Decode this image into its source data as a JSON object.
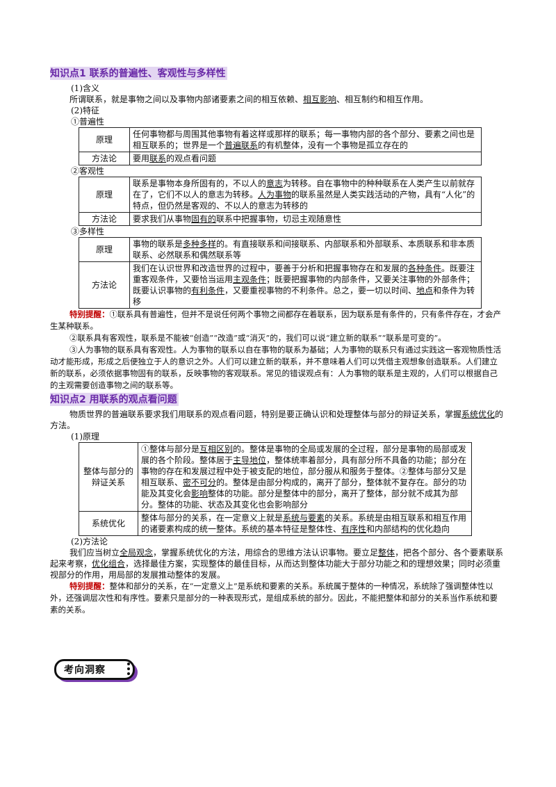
{
  "sec1": {
    "title": "知识点1  联系的普遍性、客观性与多样性",
    "meaning_label": "(1)含义",
    "meaning_pre": "所谓联系，就是事物之间以及事物内部诸要素之间的相互依赖、",
    "meaning_u": "相互影响",
    "meaning_post": "、相互制约和相互作用。",
    "feature_label": "(2)特征",
    "univ": {
      "label": "①普遍性",
      "principle_key": "原理",
      "principle_pre": "任何事物都与周围其他事物有着这样或那样的联系；每一事物内部的各个部分、要素之间也是相互联系的；世界是一个",
      "principle_u": "普遍联系",
      "principle_post": "的有机整体，没有一个事物是孤立存在的",
      "method_key": "方法论",
      "method_pre": "要用",
      "method_u": "联系",
      "method_post": "的观点看问题"
    },
    "obj": {
      "label": "②客观性",
      "principle_key": "原理",
      "p1": "联系是事物本身所固有的，不以人的",
      "p1u": "意志",
      "p2": "为转移。自在事物中的种种联系在人类产生以前就存在了，它们不以人的意志为转移。",
      "p2u": "人为事物",
      "p3": "的联系虽然是人类实践活动的产物，具有“人化”的特点，但仍然是客观的、不以人的意志为转移的",
      "method_key": "方法论",
      "m1": "要求我们从事物",
      "m1u": "固有的",
      "m2": "联系中把握事物，切忌主观随意性"
    },
    "div": {
      "label": "③多样性",
      "principle_key": "原理",
      "p1": "事物的联系是",
      "p1u": "多种多样",
      "p2": "的。有直接联系和间接联系、内部联系和外部联系、本质联系和非本质联系、必然联系和偶然联系等",
      "method_key": "方法论",
      "m1": "我们在认识世界和改造世界的过程中，要善于分析和把握事物存在和发展的",
      "m1u": "各种条件",
      "m2": "。既要注重客观条件，又要恰当运用",
      "m2u": "主观条件",
      "m3": "；既要把握事物的内部条件，又要关注事物的外部条件；既要认识事物的",
      "m3u": "有利条件",
      "m4": "，又要重视事物的不利条件。总之，要一切以时间、",
      "m4u": "地点",
      "m5": "和条件为转移"
    },
    "tip_label": "特别提醒：",
    "tip1": "①联系具有普遍性，但并不是说任何两个事物之间都存在着联系，因为联系是有条件的，只有条件存在，才会产生某种联系。",
    "tip2": "②联系具有客观性，联系是不能被“创造”“改造”或“消灭”的，我们可以说“建立新的联系”“联系是可变的”。",
    "tip3": "③人为事物的联系具有客观性。人为事物的联系以自在事物的联系为基础；人为事物的联系只有通过实践这一客观物质性活动才能形成，形成之后便独立于人的意识之外。人们可以建立新的联系，并不意味着人们可以凭借主观想象创造联系。人们建立新的联系，必须依据事物固有的联系，反映事物的客观联系。常见的错误观点有：人为事物的联系是主观的，人们可以根据自己的主观需要创造事物之间的联系等。"
  },
  "sec2": {
    "title": "知识点2  用联系的观点看问题",
    "intro_pre": "物质世界的普遍联系要求我们用联系的观点看问题，特别是要正确认识和处理整体与部分的辩证关系，掌握",
    "intro_u": "系统优化",
    "intro_post": "的方法。",
    "principle_label": "(1)原理",
    "wp": {
      "key": "整体与部分的辩证关系",
      "a1": "①整体与部分是",
      "a1u": "互相区别",
      "a2": "的。整体是事物的全局或发展的全过程，部分是事物的局部或发展的各个阶段。整体居于",
      "a2u": "主导地位",
      "a3": "，整体统率着部分，具有部分所不具备的功能；部分在事物的存在和发展过程中处于被支配的地位，部分服从和服务于整体。②整体与部分又是相互联系、",
      "a3u": "密不可分",
      "a4": "的。整体是由部分构成的，离开了部分，整体就不复存在。部分的功能及其变化会",
      "a4u": "影响",
      "a5": "整体的功能。部分是整体中的部分，离开了整体，部分就不成其为部分。整体的功能、状态及其变化也会影响部分"
    },
    "sys": {
      "key": "系统优化",
      "b1": "整体与部分的关系，在一定意义上就是",
      "b1u": "系统与要素",
      "b2": "的关系。系统是由相互联系和相互作用的诸要素构成的统一整体。系统的基本特征是整体性、",
      "b2u": "有序性",
      "b3": "和内部结构的优化趋向"
    },
    "method_label": "(2)方法论",
    "m1": "我们应当树立",
    "m1u": "全局观念",
    "m2": "，掌握系统优化的方法，用综合的思维方法认识事物。要立足",
    "m2u": "整体",
    "m3": "，把各个部分、各个要素联系起来考察，",
    "m3u": "优化组合",
    "m4": "，选择最佳方案，实现整体的最佳目标，从而达到整体功能大于部分功能之和的理想效果；同时必须重视部分的作用，用局部的发展推动整体的发展。",
    "tip_label": "特别提醒：",
    "tip": "整体和部分的关系，在“一定意义上”是系统和要素的关系。系统属于整体的一种情况，系统除了强调整体性以外，还强调层次性和有序性。要素只是部分的一种表现形式，是组成系统的部分。因此，不能把整体和部分的关系当作系统和要素的关系。"
  },
  "badge": "考向洞察",
  "colors": {
    "heading_text": "#6a2aa8",
    "heading_bg": "#e3d6f2",
    "tip_label": "#c00000",
    "badge_shadow": "#7b3fb0"
  }
}
